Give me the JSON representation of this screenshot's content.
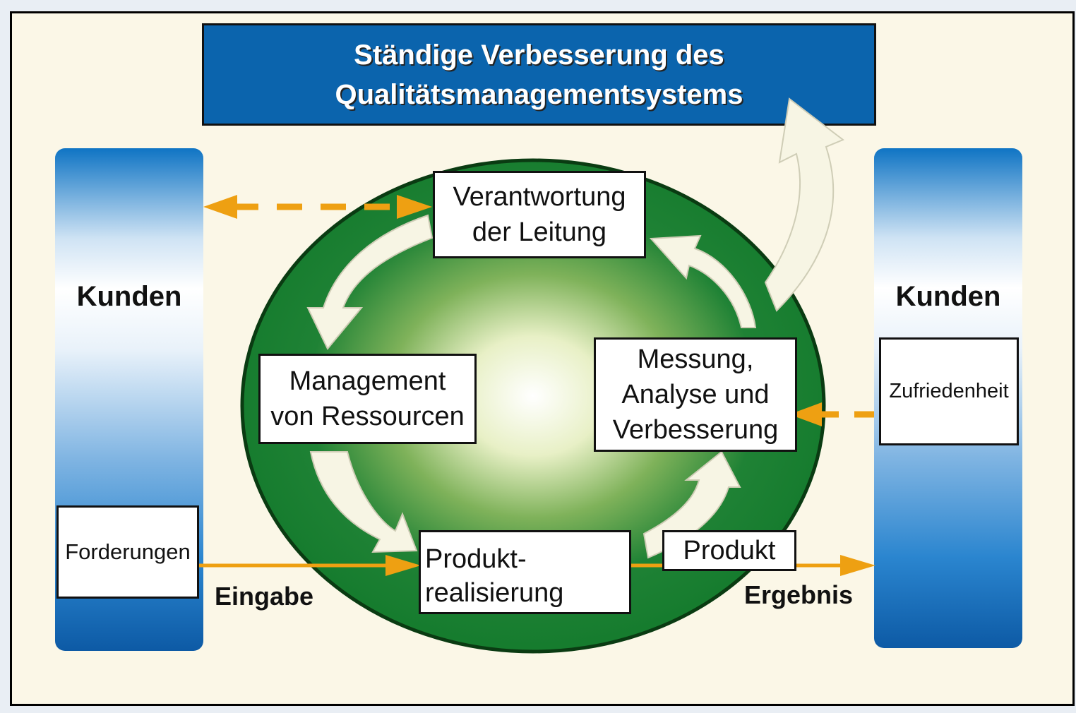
{
  "title": {
    "line1": "Ständige Verbesserung des",
    "line2": "Qualitätsmanagementsystems"
  },
  "customers": {
    "left_label": "Kunden",
    "right_label": "Kunden"
  },
  "boxes": {
    "requirements": "Forderungen",
    "satisfaction": "Zufriedenheit",
    "responsibility": [
      "Verantwortung",
      "der Leitung"
    ],
    "resources": [
      "Management",
      "von Ressourcen"
    ],
    "measurement": [
      "Messung,",
      "Analyse und",
      "Verbesserung"
    ],
    "realization": [
      "Produkt-",
      "realisierung"
    ],
    "product": "Produkt"
  },
  "flow_labels": {
    "input": "Eingabe",
    "output": "Ergebnis"
  },
  "colors": {
    "title_bg": "#0b64ad",
    "ring_green": "#137a2c",
    "flow_orange": "#eea012",
    "cycle_arrow": "#f7f5e4"
  }
}
